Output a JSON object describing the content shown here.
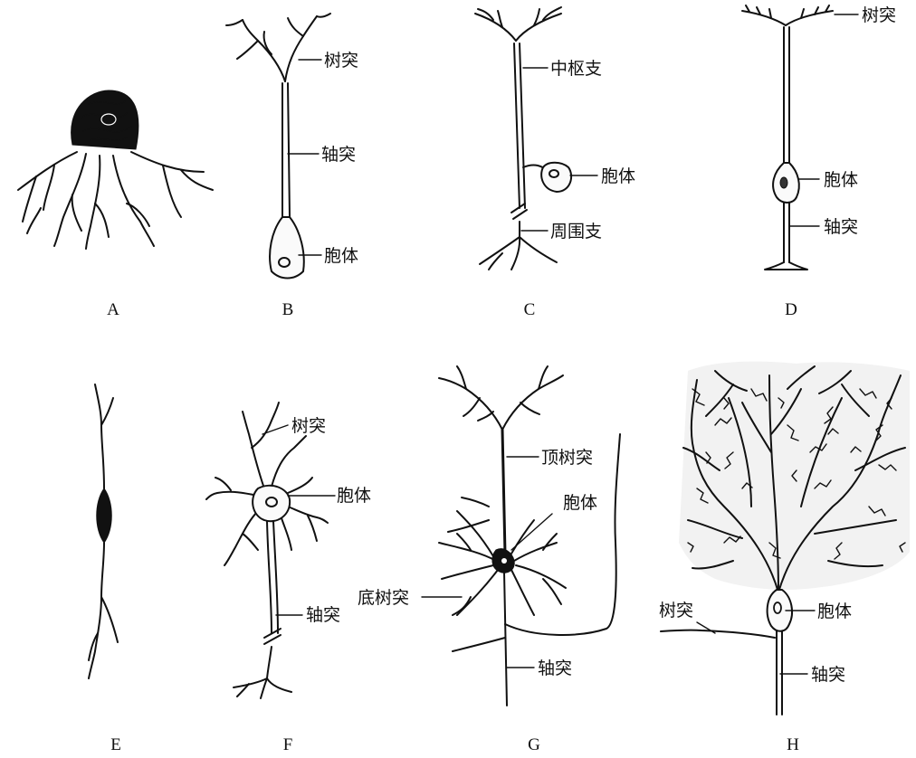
{
  "figure": {
    "panels": {
      "A": {
        "letter": "A"
      },
      "B": {
        "letter": "B",
        "dendrite": "树突",
        "axon": "轴突",
        "soma": "胞体"
      },
      "C": {
        "letter": "C",
        "central_branch": "中枢支",
        "soma": "胞体",
        "peripheral_branch": "周围支"
      },
      "D": {
        "letter": "D",
        "dendrite": "树突",
        "soma": "胞体",
        "axon": "轴突"
      },
      "E": {
        "letter": "E"
      },
      "F": {
        "letter": "F",
        "dendrite": "树突",
        "soma": "胞体",
        "axon": "轴突"
      },
      "G": {
        "letter": "G",
        "apical_dendrite": "顶树突",
        "soma": "胞体",
        "basal_dendrite": "底树突",
        "axon": "轴突"
      },
      "H": {
        "letter": "H",
        "dendrite": "树突",
        "soma": "胞体",
        "axon": "轴突"
      }
    }
  }
}
